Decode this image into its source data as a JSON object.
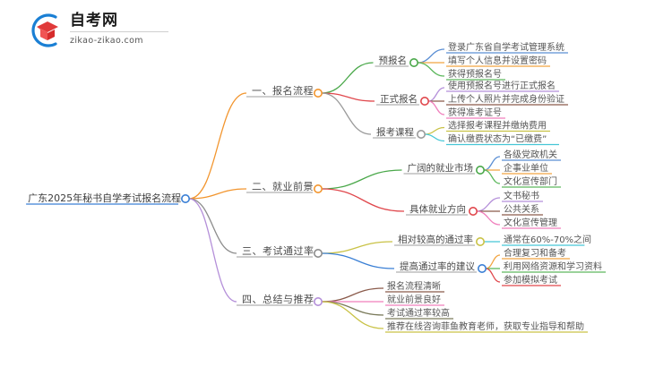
{
  "logo": {
    "name": "自考网",
    "domain": "zikao-zikao.com",
    "mark_icon": "graduation-cap-icon",
    "mark_arc_color": "#1a7fd4",
    "mark_cap_color": "#e03a3a"
  },
  "mindmap": {
    "root": {
      "label": "广东2025年秘书自学考试报名流程",
      "node_color": "#3a7fd5",
      "underline_color": "#3a7fd5"
    },
    "branches": [
      {
        "label": "一、报名流程",
        "link_color": "#f2952e",
        "node_color": "#f2952e",
        "underline_color": "#b0b0b0",
        "children": [
          {
            "label": "预报名",
            "link_color": "#4aa84a",
            "node_color": "#4aa84a",
            "underline_color": "#b0b0b0",
            "leaves": [
              {
                "label": "登录广东省自学考试管理系统",
                "color": "#5b8fd4"
              },
              {
                "label": "填写个人信息并设置密码",
                "color": "#f2a541"
              },
              {
                "label": "获得预报名号",
                "color": "#5db85d"
              }
            ]
          },
          {
            "label": "正式报名",
            "link_color": "#e0474c",
            "node_color": "#e0474c",
            "underline_color": "#b0b0b0",
            "leaves": [
              {
                "label": "使用预报名号进行正式报名",
                "color": "#b48fd9"
              },
              {
                "label": "上传个人照片并完成身份验证",
                "color": "#8a5a4a"
              },
              {
                "label": "获得准考证号",
                "color": "#f07fbc"
              }
            ]
          },
          {
            "label": "报考课程",
            "link_color": "#9a9a9a",
            "node_color": "#9a9a9a",
            "underline_color": "#b0b0b0",
            "leaves": [
              {
                "label": "选择报考课程并缴纳费用",
                "color": "#c9c246"
              },
              {
                "label": "确认缴费状态为“已缴费”",
                "color": "#46c6d6"
              }
            ]
          }
        ]
      },
      {
        "label": "二、就业前景",
        "link_color": "#f2952e",
        "node_color": "#f2952e",
        "underline_color": "#b0b0b0",
        "children": [
          {
            "label": "广阔的就业市场",
            "link_color": "#4aa84a",
            "node_color": "#4aa84a",
            "underline_color": "#b0b0b0",
            "leaves": [
              {
                "label": "各级党政机关",
                "color": "#5b8fd4"
              },
              {
                "label": "企事业单位",
                "color": "#f2a541"
              },
              {
                "label": "文化宣传部门",
                "color": "#5db85d"
              }
            ]
          },
          {
            "label": "具体就业方向",
            "link_color": "#e0474c",
            "node_color": "#e0474c",
            "underline_color": "#b0b0b0",
            "leaves": [
              {
                "label": "文书秘书",
                "color": "#b48fd9"
              },
              {
                "label": "公共关系",
                "color": "#8a5a4a"
              },
              {
                "label": "文化宣传管理",
                "color": "#f07fbc"
              }
            ]
          }
        ]
      },
      {
        "label": "三、考试通过率",
        "link_color": "#8c8c8c",
        "node_color": "#8c8c8c",
        "underline_color": "#b0b0b0",
        "children": [
          {
            "label": "相对较高的通过率",
            "link_color": "#c9c246",
            "node_color": "#c9c246",
            "underline_color": "#b0b0b0",
            "leaves": [
              {
                "label": "通常在60%-70%之间",
                "color": "#46c6d6"
              }
            ]
          },
          {
            "label": "提高通过率的建议",
            "link_color": "#3a7fd5",
            "node_color": "#3a7fd5",
            "underline_color": "#b0b0b0",
            "leaves": [
              {
                "label": "合理复习和备考",
                "color": "#f2a541"
              },
              {
                "label": "利用网络资源和学习资料",
                "color": "#5db85d"
              },
              {
                "label": "参加模拟考试",
                "color": "#e0474c"
              }
            ]
          }
        ]
      },
      {
        "label": "四、总结与推荐",
        "link_color": "#b48fd9",
        "node_color": "#b48fd9",
        "underline_color": "#b0b0b0",
        "children": [
          {
            "label": "报名流程清晰",
            "link_color": "#8a5a4a",
            "node_color": "#8a5a4a",
            "underline_color": "#8a5a4a",
            "leaves": []
          },
          {
            "label": "就业前景良好",
            "link_color": "#f07fbc",
            "node_color": "#f07fbc",
            "underline_color": "#f07fbc",
            "leaves": []
          },
          {
            "label": "考试通过率较高",
            "link_color": "#7a7a5a",
            "node_color": "#7a7a5a",
            "underline_color": "#7a7a5a",
            "leaves": []
          },
          {
            "label": "推荐在线咨询菲鱼教育老师，获取专业指导和帮助",
            "link_color": "#c9c246",
            "node_color": "#c9c246",
            "underline_color": "#c9c246",
            "leaves": []
          }
        ]
      }
    ]
  }
}
